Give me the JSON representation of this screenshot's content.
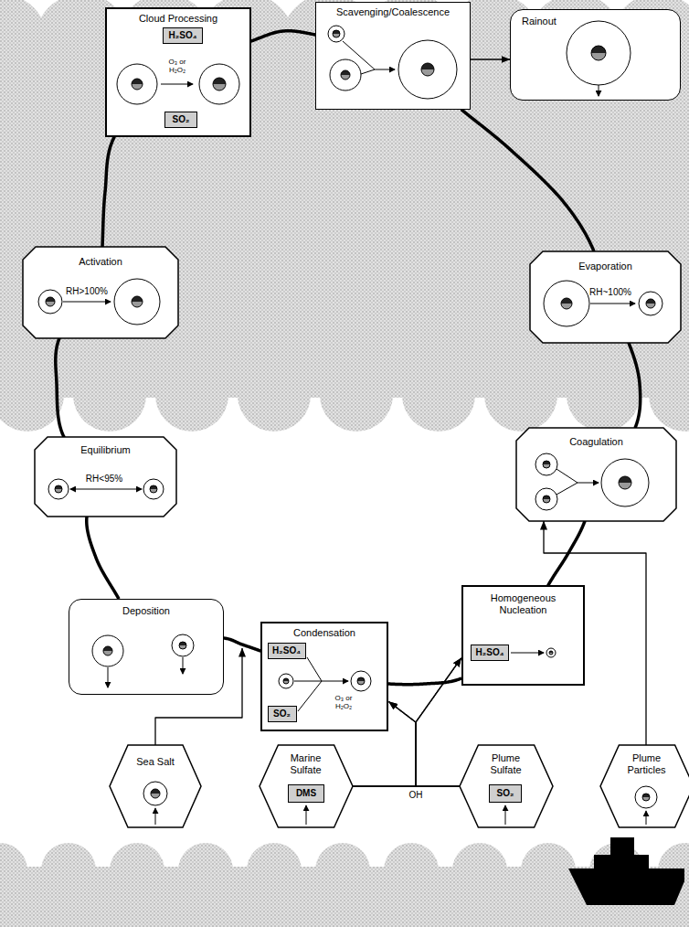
{
  "diagram": {
    "nodes": [
      {
        "text": [
          "Cloud Processing"
        ]
      },
      {
        "text": [
          "H₂SO₄"
        ],
        "in": 0
      },
      {
        "text": [
          "SO₂"
        ],
        "in": 0
      },
      {
        "text": [
          "Scavenging/Coalescence"
        ]
      },
      {
        "text": [
          "Rainout"
        ]
      },
      {
        "text": [
          "Activation"
        ]
      },
      {
        "text": [
          "Evaporation"
        ]
      },
      {
        "text": [
          "Equilibrium"
        ]
      },
      {
        "text": [
          "Coagulation"
        ]
      },
      {
        "text": [
          "Deposition"
        ]
      },
      {
        "text": [
          "Condensation"
        ]
      },
      {
        "text": [
          "H₂SO₄"
        ],
        "in": 10
      },
      {
        "text": [
          "SO₂"
        ],
        "in": 10
      },
      {
        "text": [
          "Homogeneous Nucleation"
        ]
      },
      {
        "text": [
          "H₂SO₄"
        ],
        "in": 13
      },
      {
        "text": [
          "Sea Salt"
        ]
      },
      {
        "text": [
          "Marine Sulfate"
        ]
      },
      {
        "text": [
          "DMS"
        ],
        "in": 16
      },
      {
        "text": [
          "Plume Sulfate"
        ]
      },
      {
        "text": [
          "SO₂"
        ],
        "in": 18
      },
      {
        "text": [
          "Plume Particles"
        ]
      }
    ],
    "edges": [
      {
        "from": 0,
        "to": 3,
        "arrow": "none"
      },
      {
        "from": 3,
        "to": 4,
        "arrow": "to"
      },
      {
        "from": 3,
        "to": 6,
        "arrow": "none"
      },
      {
        "from": 6,
        "to": 8,
        "arrow": "none"
      },
      {
        "from": 8,
        "to": 13,
        "arrow": "none"
      },
      {
        "from": 13,
        "to": 10,
        "arrow": "none"
      },
      {
        "from": 10,
        "to": 9,
        "arrow": "none"
      },
      {
        "from": 9,
        "to": 7,
        "arrow": "none"
      },
      {
        "from": 7,
        "to": 5,
        "arrow": "none"
      },
      {
        "from": 5,
        "to": 0,
        "arrow": "none"
      },
      {
        "from": 15,
        "to": 9,
        "arrow": "to"
      },
      {
        "from": 16,
        "to": 10,
        "arrow": "to"
      },
      {
        "from": 16,
        "to": 13,
        "arrow": "to"
      },
      {
        "from": 18,
        "to": 10,
        "arrow": "to"
      },
      {
        "from": 18,
        "to": 13,
        "arrow": "to"
      },
      {
        "from": 20,
        "to": 8,
        "arrow": "to"
      }
    ],
    "labels": [
      "O₃ or H₂O₂",
      "RH>100%",
      "RH~100%",
      "RH<95%",
      "O₃ or H₂O₂",
      "OH"
    ]
  }
}
